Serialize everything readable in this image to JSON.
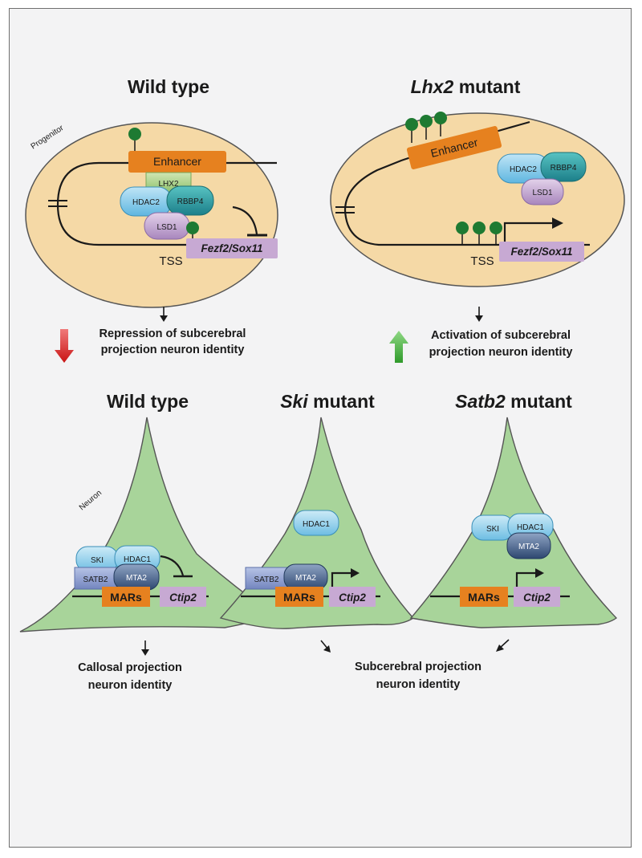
{
  "panels": {
    "top_left_title": "Wild type",
    "top_right_title_italic": "Lhx2",
    "top_right_title_rest": " mutant",
    "bottom_left_title": "Wild type",
    "bottom_mid_title_italic": "Ski",
    "bottom_mid_title_rest": " mutant",
    "bottom_right_title_italic": "Satb2",
    "bottom_right_title_rest": " mutant"
  },
  "labels": {
    "progenitor": "Progenitor",
    "neuron": "Neuron",
    "enhancer": "Enhancer",
    "lhx2": "LHX2",
    "hdac2": "HDAC2",
    "rbbp4": "RBBP4",
    "lsd1": "LSD1",
    "tss": "TSS",
    "fezf2_sox11": "Fezf2/Sox11",
    "ski": "SKI",
    "hdac1": "HDAC1",
    "satb2": "SATB2",
    "mta2": "MTA2",
    "mars": "MARs",
    "ctip2": "Ctip2"
  },
  "outcomes": {
    "wt_top_line1": "Repression of subcerebral",
    "wt_top_line2": "projection neuron identity",
    "mut_top_line1": "Activation of subcerebral",
    "mut_top_line2": "projection neuron identity",
    "callosal_line1": "Callosal projection",
    "callosal_line2": "neuron identity",
    "subcerebral_line1": "Subcerebral projection",
    "subcerebral_line2": "neuron identity"
  },
  "colors": {
    "cell_fill": "#f5d9a6",
    "neuron_fill": "#a8d49a",
    "enhancer": "#e6811f",
    "gene_box": "#c7a9d3",
    "lhx2": "#a9cf86",
    "hdac2": "#7fc8e9",
    "rbbp4": "#2f9aa2",
    "lsd1": "#c7a9d3",
    "methyl_mark": "#1e7a32",
    "arrow_down": "#d42020",
    "arrow_up": "#3aa335"
  }
}
